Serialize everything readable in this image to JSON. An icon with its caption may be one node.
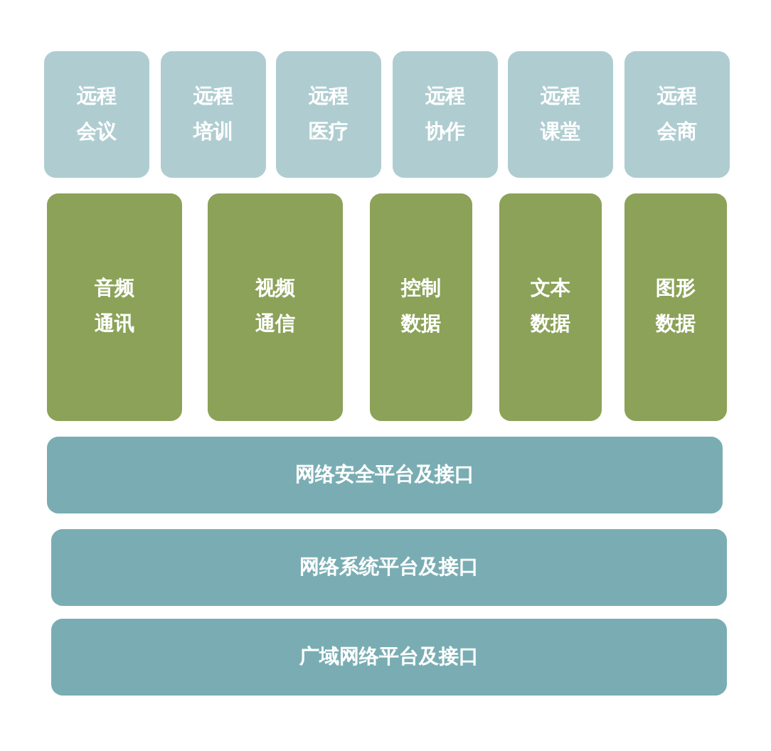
{
  "diagram": {
    "nodes": [
      {
        "text": [
          "远程会议"
        ]
      },
      {
        "text": [
          "远程培训"
        ]
      },
      {
        "text": [
          "远程医疗"
        ]
      },
      {
        "text": [
          "远程协作"
        ]
      },
      {
        "text": [
          "远程课堂"
        ]
      },
      {
        "text": [
          "远程会商"
        ]
      },
      {
        "text": [
          "音频通讯"
        ]
      },
      {
        "text": [
          "视频通信"
        ]
      },
      {
        "text": [
          "控制数据"
        ]
      },
      {
        "text": [
          "文本数据"
        ]
      },
      {
        "text": [
          "图形数据"
        ]
      },
      {
        "text": [
          "网络安全平台及接口"
        ]
      },
      {
        "text": [
          "网络系统平台及接口"
        ]
      },
      {
        "text": [
          "广域网络平台及接口"
        ]
      }
    ]
  }
}
